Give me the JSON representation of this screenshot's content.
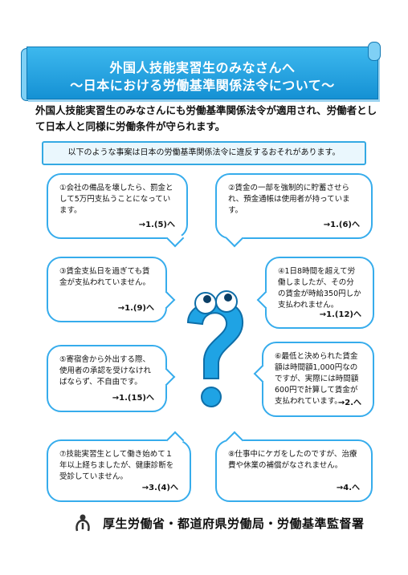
{
  "banner": {
    "line1": "外国人技能実習生のみなさんへ",
    "line2": "〜日本における労働基準関係法令について〜"
  },
  "intro": {
    "text": "外国人技能実習生のみなさんにも労働基準関係法令が適用され、労働者として日本人と同様に労働条件が守られます。"
  },
  "notice": {
    "text": "以下のような事案は日本の労働基準関係法令に違反するおそれがあります。"
  },
  "bubbles": [
    {
      "text": "①会社の備品を壊したら、罰金として5万円支払うことになっています。",
      "ref": "→1.(5)へ"
    },
    {
      "text": "②賃金の一部を強制的に貯蓄させられ、預金通帳は使用者が持っています。",
      "ref": "→1.(6)へ"
    },
    {
      "text": "③賃金支払日を過ぎても賃金が支払われていません。",
      "ref": "→1.(9)へ"
    },
    {
      "text": "④1日8時間を超えて労働しましたが、その分の賃金が時給350円しか支払われません。",
      "ref": "→1.(12)へ"
    },
    {
      "text": "⑤寄宿舎から外出する際、使用者の承認を受けなければならず、不自由です。",
      "ref": "→1.(15)へ"
    },
    {
      "text": "⑥最低と決められた賃金額は時間額1,000円なのですが、実際には時間額600円で計算して賃金が支払われています。",
      "ref": "→2.へ"
    },
    {
      "text": "⑦技能実習生として働き始めて１年以上経ちましたが、健康診断を受診していません。",
      "ref": "→3.(4)へ"
    },
    {
      "text": "⑧仕事中にケガをしたのですが、治療費や休業の補償がなされません。",
      "ref": "→4.へ"
    }
  ],
  "footer": {
    "text": "厚生労働省・都道府県労働局・労働基準監督署"
  },
  "colors": {
    "accent": "#1591d4",
    "bubble_border": "#36acec",
    "mascot": "#1fa3e4"
  },
  "icons": {
    "mascot": "question-mark-mascot-icon",
    "logo": "ministry-logo-icon"
  }
}
